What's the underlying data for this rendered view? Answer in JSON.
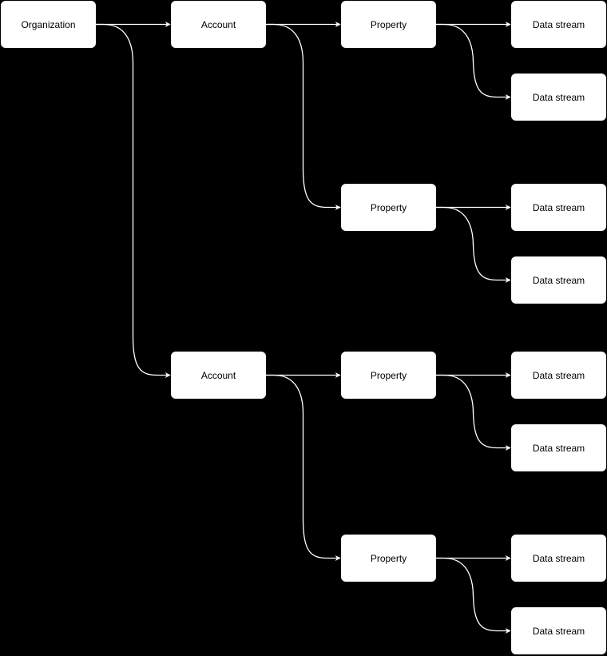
{
  "diagram": {
    "nodes": {
      "org": "Organization",
      "acc1": "Account",
      "acc2": "Account",
      "p1": "Property",
      "p2": "Property",
      "p3": "Property",
      "p4": "Property",
      "d1": "Data stream",
      "d2": "Data stream",
      "d3": "Data stream",
      "d4": "Data stream",
      "d5": "Data stream",
      "d6": "Data stream",
      "d7": "Data stream",
      "d8": "Data stream"
    },
    "edges": [
      [
        "org",
        "acc1"
      ],
      [
        "org",
        "acc2"
      ],
      [
        "acc1",
        "p1"
      ],
      [
        "acc1",
        "p2"
      ],
      [
        "acc2",
        "p3"
      ],
      [
        "acc2",
        "p4"
      ],
      [
        "p1",
        "d1"
      ],
      [
        "p1",
        "d2"
      ],
      [
        "p2",
        "d3"
      ],
      [
        "p2",
        "d4"
      ],
      [
        "p3",
        "d5"
      ],
      [
        "p3",
        "d6"
      ],
      [
        "p4",
        "d7"
      ],
      [
        "p4",
        "d8"
      ]
    ],
    "colors": {
      "background": "#000000",
      "node_fill": "#ffffff",
      "node_text": "#000000",
      "edge": "#ffffff"
    }
  }
}
